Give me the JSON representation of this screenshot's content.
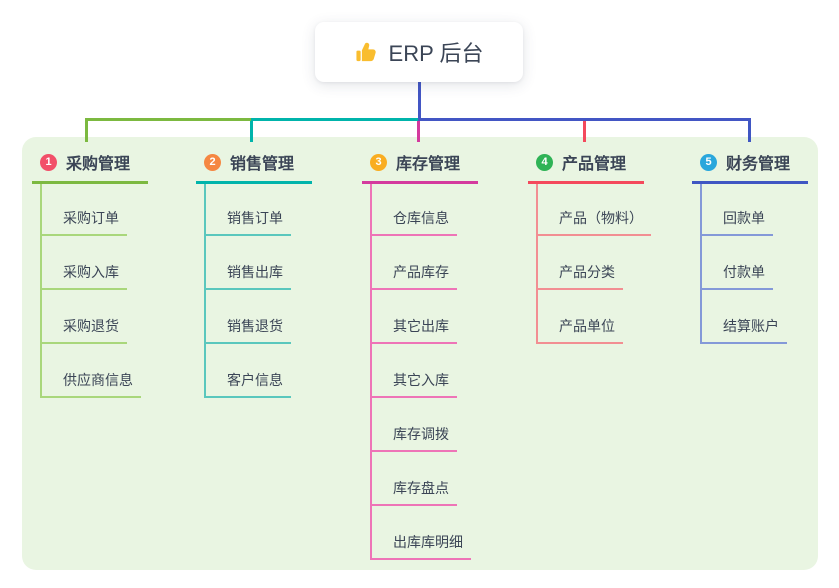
{
  "root": {
    "label": "ERP 后台",
    "icon": "thumbs-up-icon",
    "icon_color": "#f9bd2f",
    "stem_color": "#4356c4"
  },
  "panel_color": "#e9f5e2",
  "text_color": "#3b4556",
  "bus_segment_colors": [
    "#7cb940",
    "#00b4ab",
    "#4356c4"
  ],
  "branches": [
    {
      "number": "1",
      "label": "采购管理",
      "badge_color": "#f25069",
      "line_color": "#7cb940",
      "child_line_color": "#a9d77b",
      "children": [
        "采购订单",
        "采购入库",
        "采购退货",
        "供应商信息"
      ]
    },
    {
      "number": "2",
      "label": "销售管理",
      "badge_color": "#f58742",
      "line_color": "#00b4ab",
      "child_line_color": "#5ac7bd",
      "children": [
        "销售订单",
        "销售出库",
        "销售退货",
        "客户信息"
      ]
    },
    {
      "number": "3",
      "label": "库存管理",
      "badge_color": "#f9ad21",
      "line_color": "#d43a9e",
      "child_line_color": "#ee74b7",
      "children": [
        "仓库信息",
        "产品库存",
        "其它出库",
        "其它入库",
        "库存调拨",
        "库存盘点",
        "出库库明细"
      ]
    },
    {
      "number": "4",
      "label": "产品管理",
      "badge_color": "#2fb356",
      "line_color": "#f4495c",
      "child_line_color": "#f28e92",
      "children": [
        "产品（物料）",
        "产品分类",
        "产品单位"
      ]
    },
    {
      "number": "5",
      "label": "财务管理",
      "badge_color": "#29a7dc",
      "line_color": "#3f56c3",
      "child_line_color": "#8499d8",
      "children": [
        "回款单",
        "付款单",
        "结算账户"
      ]
    }
  ]
}
